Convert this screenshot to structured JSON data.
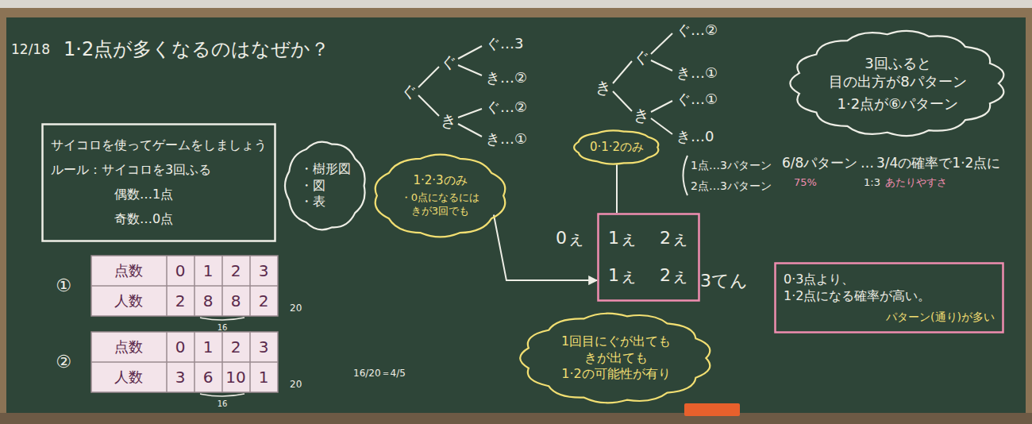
{
  "diagram": {
    "title": "1·2点が多くなるのはなぜか？",
    "nodes": [
      {
        "text": [
          "サイコロを使ってゲームをしましょう",
          "ルール：サイコロを3回ふる",
          "偶数…1点",
          "奇数…0点"
        ]
      },
      {
        "text": [
          "・樹形図",
          "・図",
          "・表"
        ]
      },
      {
        "text": [
          "1·2·3のみ",
          "・0点になるには きが3回でも"
        ]
      },
      {
        "text": [
          "0·1·2のみ"
        ]
      },
      {
        "text": [
          "3回ふると 目の出方が8パターン",
          "1·2点が⑥パターン"
        ]
      },
      {
        "text": [
          "1ぇ",
          "2ぇ",
          "1ぇ",
          "2ぇ"
        ]
      },
      {
        "text": [
          "1回目にぐが出ても きが出ても 1·2の可能性が有り"
        ]
      },
      {
        "text": [
          "0·3点より、1·2点になる確率が高い。",
          "パターン(通り)が多い"
        ]
      }
    ],
    "edges": [
      {
        "from": 2,
        "to": 5,
        "arrow": "to"
      },
      {
        "from": 3,
        "to": 5,
        "arrow": "none"
      }
    ],
    "labels": [
      "12/18",
      "①",
      "点数",
      "0",
      "1",
      "2",
      "3",
      "人数",
      "2",
      "8",
      "8",
      "2",
      "20",
      "16",
      "②",
      "点数",
      "0",
      "1",
      "2",
      "3",
      "人数",
      "3",
      "6",
      "10",
      "1",
      "20",
      "16",
      "16/20＝4/5",
      "ぐ",
      "ぐ",
      "き",
      "ぐ…3",
      "き…②",
      "ぐ…②",
      "き…①",
      "き",
      "ぐ",
      "き",
      "ぐ…②",
      "き…①",
      "ぐ…①",
      "き…0",
      "1点…3パターン",
      "2点…3パターン",
      "0ぇ",
      "3てん",
      "6/8パターン",
      "…",
      "3/4の確率で1·2点に",
      "75%",
      "1:3",
      "あたりやすさ"
    ]
  }
}
